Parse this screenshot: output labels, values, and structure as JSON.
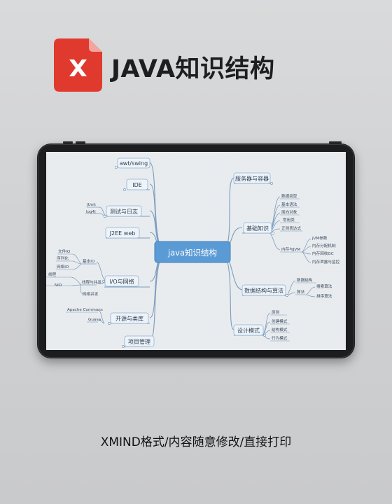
{
  "header": {
    "title": "JAVA知识结构",
    "logo_icon": "xmind-x-icon",
    "logo_color": "#e03a2f"
  },
  "caption": "XMIND格式/内容随意修改/直接打印",
  "mindmap": {
    "root": "java知识结构",
    "colors": {
      "root_fill": "#5b9bd5",
      "node_stroke": "#8fb1d4",
      "line": "#7b9cbc",
      "text": "#2b3f55"
    },
    "left_branches": [
      {
        "label": "awt/swing",
        "children": []
      },
      {
        "label": "IDE",
        "children": []
      },
      {
        "label": "测试与日志",
        "children": [
          "JUnit",
          "log4j"
        ]
      },
      {
        "label": "J2EE web",
        "children": []
      },
      {
        "label": "I/O与网络",
        "children": [
          "基本IO",
          "线程与并发"
        ],
        "sub": {
          "基本IO": [
            "文件IO",
            "序列化",
            "网络IO"
          ],
          "线程与并发": [
            "线程",
            "NIO",
            "网络并发"
          ]
        }
      },
      {
        "label": "开源与类库",
        "children": [
          "Apache Commons",
          "Guava"
        ]
      },
      {
        "label": "项目管理",
        "children": []
      }
    ],
    "right_branches": [
      {
        "label": "服务器与容器",
        "children": []
      },
      {
        "label": "基础知识",
        "children": [
          "数据类型",
          "基本语法",
          "面向对象",
          "常用类",
          "正则表达式",
          "内存与JVM"
        ],
        "sub": {
          "内存与JVM": [
            "JVM参数",
            "内存分配机制",
            "内存回收GC",
            "内存泄露与监控"
          ]
        }
      },
      {
        "label": "数据结构与算法",
        "children": [
          "数据结构",
          "算法"
        ],
        "sub": {
          "算法": [
            "搜索算法",
            "排序算法"
          ]
        }
      },
      {
        "label": "设计模式",
        "children": [
          "原则",
          "创建模式",
          "结构模式",
          "行为模式"
        ]
      }
    ]
  }
}
